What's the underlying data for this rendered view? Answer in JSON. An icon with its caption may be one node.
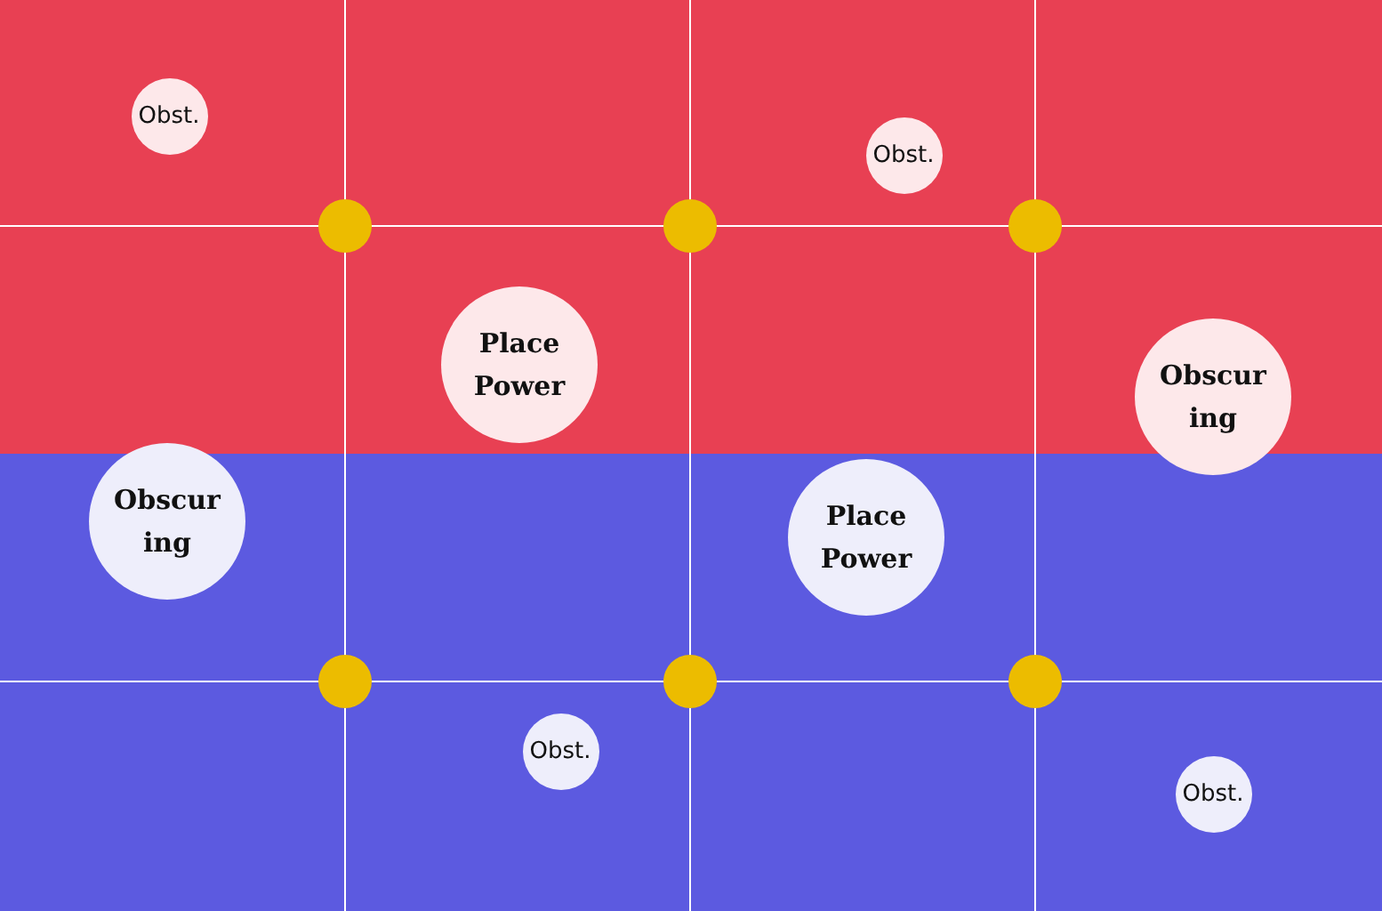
{
  "diagram": {
    "nodes": [
      {
        "text": [],
        "shape": "box"
      },
      {
        "text": [
          "Obst."
        ],
        "in": 0
      },
      {
        "text": [
          "Obst."
        ],
        "in": 0
      },
      {
        "text": [],
        "shape": "circle",
        "in": 0
      },
      {
        "text": [],
        "shape": "circle",
        "in": 0
      },
      {
        "text": [],
        "shape": "circle",
        "in": 0
      },
      {
        "text": [
          "Place Power"
        ],
        "in": 0
      },
      {
        "text": [
          "Obscur ing"
        ],
        "in": 0
      },
      {
        "text": [],
        "shape": "box"
      },
      {
        "text": [
          "Obscur ing"
        ],
        "in": 8
      },
      {
        "text": [
          "Place Power"
        ],
        "in": 8
      },
      {
        "text": [],
        "shape": "circle",
        "in": 8
      },
      {
        "text": [],
        "shape": "circle",
        "in": 8
      },
      {
        "text": [],
        "shape": "circle",
        "in": 8
      },
      {
        "text": [
          "Obst."
        ],
        "in": 8
      },
      {
        "text": [
          "Obst."
        ],
        "in": 8
      }
    ]
  }
}
